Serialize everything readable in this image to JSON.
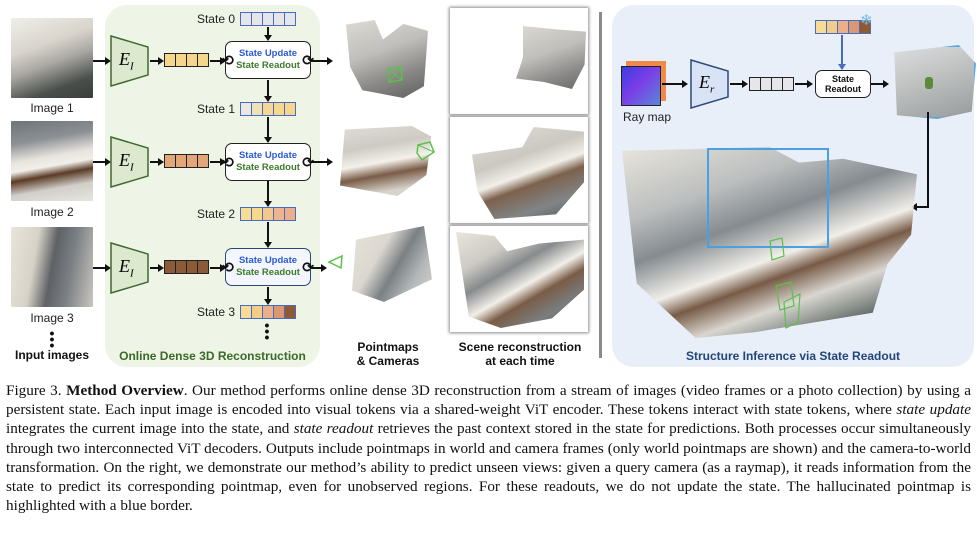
{
  "figure": {
    "input_images": {
      "items": [
        {
          "label": "Image 1"
        },
        {
          "label": "Image 2"
        },
        {
          "label": "Image 3"
        }
      ],
      "ellipsis": "⋮",
      "title": "Input images"
    },
    "online_panel": {
      "title": "Online Dense 3D Reconstruction",
      "encoder_label": "E",
      "encoder_subscript": "I",
      "states": [
        {
          "label": "State 0",
          "colors": [
            "#e6e6ea",
            "#e6e6ea",
            "#e6e6ea",
            "#e6e6ea",
            "#e6e6ea"
          ]
        },
        {
          "label": "State 1",
          "colors": [
            "#ece8df",
            "#f0e2b8",
            "#f4d894",
            "#f6d88a",
            "#f6d68a"
          ]
        },
        {
          "label": "State 2",
          "colors": [
            "#f6dc94",
            "#f6d88a",
            "#f3c88c",
            "#edb48f",
            "#eab08d"
          ]
        },
        {
          "label": "State 3",
          "colors": [
            "#f6dc94",
            "#f2cc8a",
            "#e9b08a",
            "#d99873",
            "#8e5a32"
          ]
        }
      ],
      "image_tokens": [
        {
          "color": "#f4d78b"
        },
        {
          "color": "#e2a678"
        },
        {
          "color": "#8b5a36"
        }
      ],
      "decoder": {
        "update_label": "State Update",
        "readout_label": "State Readout"
      }
    },
    "outputs": {
      "pointmaps_title_line1": "Pointmaps",
      "pointmaps_title_line2": "& Cameras",
      "scene_title_line1": "Scene reconstruction",
      "scene_title_line2": "at each time"
    },
    "readout_panel": {
      "title": "Structure Inference via State Readout",
      "raymap_label": "Ray map",
      "encoder_label": "E",
      "encoder_subscript": "r",
      "readout_line1": "State",
      "readout_line2": "Readout",
      "frozen_icon": "snowflake-icon",
      "state_colors": [
        "#f6dc94",
        "#f2cc8a",
        "#e9b08a",
        "#d99873",
        "#8e5a32"
      ],
      "query_token_color": "#e6e6ea"
    },
    "colors": {
      "left_panel_bg": "#eef4e6",
      "right_panel_bg": "#e8eff9",
      "encoder_green": "#dce9cf",
      "encoder_green_border": "#3f6a2f",
      "encoder_blue": "#d8e4f5",
      "encoder_blue_border": "#2b4a7a",
      "state_border": "#4a6cc0",
      "camera_green": "#5ac24a",
      "hallucinated_border": "#4aa0e0"
    }
  },
  "caption": {
    "prefix": "Figure 3. ",
    "bold": "Method Overview",
    "text1": ". Our method performs online dense 3D reconstruction from a stream of images (video frames or a photo collection) by using a persistent state. Each input image is encoded into visual tokens via a shared-weight ViT encoder. These tokens interact with state tokens, where ",
    "italic1": "state update",
    "text2": " integrates the current image into the state, and ",
    "italic2": "state readout",
    "text3": " retrieves the past context stored in the state for predictions. Both processes occur simultaneously through two interconnected ViT decoders. Outputs include pointmaps in world and camera frames (only world pointmaps are shown) and the camera-to-world transformation. On the right, we demonstrate our method’s ability to predict unseen views: given a query camera (as a raymap), it reads information from the state to predict its corresponding pointmap, even for unobserved regions. For these readouts, we do not update the state. The hallucinated pointmap is highlighted with a blue border."
  }
}
